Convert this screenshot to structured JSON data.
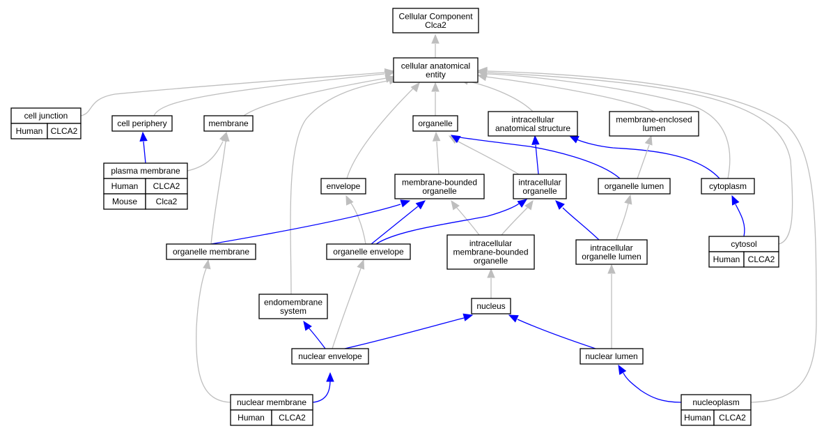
{
  "colors": {
    "is_a_edge": "#bebebe",
    "part_of_edge": "#0000ff",
    "human": "#ff6347",
    "mouse": "#add8e6"
  },
  "nodes": {
    "root": {
      "lines": [
        "Cellular Component",
        "Clca2"
      ]
    },
    "cae": {
      "lines": [
        "cellular anatomical",
        "entity"
      ]
    },
    "cell_junction": {
      "lines": [
        "cell junction"
      ]
    },
    "cell_periphery": {
      "lines": [
        "cell periphery"
      ]
    },
    "membrane": {
      "lines": [
        "membrane"
      ]
    },
    "organelle": {
      "lines": [
        "organelle"
      ]
    },
    "ias": {
      "lines": [
        "intracellular",
        "anatomical structure"
      ]
    },
    "mel": {
      "lines": [
        "membrane-enclosed",
        "lumen"
      ]
    },
    "plasma_membrane": {
      "lines": [
        "plasma membrane"
      ]
    },
    "envelope": {
      "lines": [
        "envelope"
      ]
    },
    "mbo": {
      "lines": [
        "membrane-bounded",
        "organelle"
      ]
    },
    "io": {
      "lines": [
        "intracellular",
        "organelle"
      ]
    },
    "organelle_lumen": {
      "lines": [
        "organelle lumen"
      ]
    },
    "cytoplasm": {
      "lines": [
        "cytoplasm"
      ]
    },
    "organelle_membrane": {
      "lines": [
        "organelle membrane"
      ]
    },
    "organelle_envelope": {
      "lines": [
        "organelle envelope"
      ]
    },
    "imbo": {
      "lines": [
        "intracellular",
        "membrane-bounded",
        "organelle"
      ]
    },
    "iol": {
      "lines": [
        "intracellular",
        "organelle lumen"
      ]
    },
    "cytosol": {
      "lines": [
        "cytosol"
      ]
    },
    "endomembrane": {
      "lines": [
        "endomembrane",
        "system"
      ]
    },
    "nucleus": {
      "lines": [
        "nucleus"
      ]
    },
    "nuclear_envelope": {
      "lines": [
        "nuclear envelope"
      ]
    },
    "nuclear_lumen": {
      "lines": [
        "nuclear lumen"
      ]
    },
    "nuclear_membrane": {
      "lines": [
        "nuclear membrane"
      ]
    },
    "nucleoplasm": {
      "lines": [
        "nucleoplasm"
      ]
    }
  },
  "annotations": {
    "cell_junction": [
      [
        "Human",
        "CLCA2"
      ]
    ],
    "plasma_membrane": [
      [
        "Human",
        "CLCA2"
      ],
      [
        "Mouse",
        "Clca2"
      ]
    ],
    "cytosol": [
      [
        "Human",
        "CLCA2"
      ]
    ],
    "nuclear_membrane": [
      [
        "Human",
        "CLCA2"
      ]
    ],
    "nucleoplasm": [
      [
        "Human",
        "CLCA2"
      ]
    ]
  },
  "edges": [
    {
      "from": "cae",
      "to": "root",
      "type": "is_a"
    },
    {
      "from": "cell_junction",
      "to": "cae",
      "type": "is_a"
    },
    {
      "from": "cell_periphery",
      "to": "cae",
      "type": "is_a"
    },
    {
      "from": "membrane",
      "to": "cae",
      "type": "is_a"
    },
    {
      "from": "organelle",
      "to": "cae",
      "type": "is_a"
    },
    {
      "from": "ias",
      "to": "cae",
      "type": "is_a"
    },
    {
      "from": "mel",
      "to": "cae",
      "type": "is_a"
    },
    {
      "from": "envelope",
      "to": "cae",
      "type": "is_a"
    },
    {
      "from": "endomembrane",
      "to": "cae",
      "type": "is_a"
    },
    {
      "from": "cytoplasm",
      "to": "cae",
      "type": "is_a"
    },
    {
      "from": "cytosol",
      "to": "cae",
      "type": "is_a"
    },
    {
      "from": "nucleoplasm",
      "to": "cae",
      "type": "is_a"
    },
    {
      "from": "plasma_membrane",
      "to": "cell_periphery",
      "type": "part_of"
    },
    {
      "from": "plasma_membrane",
      "to": "membrane",
      "type": "is_a"
    },
    {
      "from": "organelle_membrane",
      "to": "membrane",
      "type": "is_a"
    },
    {
      "from": "mbo",
      "to": "organelle",
      "type": "is_a"
    },
    {
      "from": "io",
      "to": "organelle",
      "type": "is_a"
    },
    {
      "from": "organelle_lumen",
      "to": "organelle",
      "type": "part_of"
    },
    {
      "from": "io",
      "to": "ias",
      "type": "part_of"
    },
    {
      "from": "cytoplasm",
      "to": "ias",
      "type": "part_of"
    },
    {
      "from": "organelle_lumen",
      "to": "mel",
      "type": "is_a"
    },
    {
      "from": "organelle_envelope",
      "to": "envelope",
      "type": "is_a"
    },
    {
      "from": "organelle_membrane",
      "to": "mbo",
      "type": "part_of"
    },
    {
      "from": "organelle_envelope",
      "to": "mbo",
      "type": "part_of"
    },
    {
      "from": "imbo",
      "to": "mbo",
      "type": "is_a"
    },
    {
      "from": "organelle_envelope",
      "to": "io",
      "type": "part_of"
    },
    {
      "from": "imbo",
      "to": "io",
      "type": "is_a"
    },
    {
      "from": "iol",
      "to": "io",
      "type": "part_of"
    },
    {
      "from": "iol",
      "to": "organelle_lumen",
      "type": "is_a"
    },
    {
      "from": "cytosol",
      "to": "cytoplasm",
      "type": "part_of"
    },
    {
      "from": "nucleus",
      "to": "imbo",
      "type": "is_a"
    },
    {
      "from": "nuclear_envelope",
      "to": "endomembrane",
      "type": "part_of"
    },
    {
      "from": "nuclear_envelope",
      "to": "organelle_envelope",
      "type": "is_a"
    },
    {
      "from": "nuclear_envelope",
      "to": "nucleus",
      "type": "part_of"
    },
    {
      "from": "nuclear_lumen",
      "to": "nucleus",
      "type": "part_of"
    },
    {
      "from": "nuclear_lumen",
      "to": "iol",
      "type": "is_a"
    },
    {
      "from": "nuclear_membrane",
      "to": "nuclear_envelope",
      "type": "part_of"
    },
    {
      "from": "nuclear_membrane",
      "to": "organelle_membrane",
      "type": "is_a"
    },
    {
      "from": "nucleoplasm",
      "to": "nuclear_lumen",
      "type": "part_of"
    }
  ]
}
